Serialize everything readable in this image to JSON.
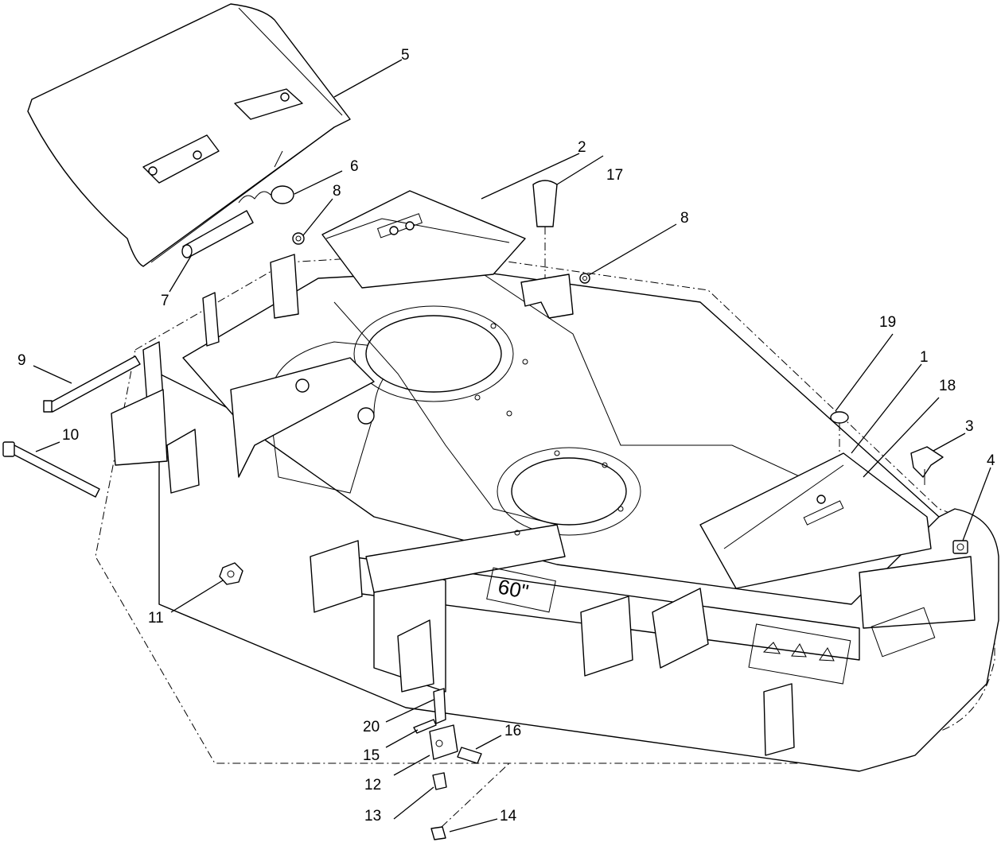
{
  "callouts": [
    {
      "id": "c1",
      "label": "1"
    },
    {
      "id": "c2",
      "label": "2"
    },
    {
      "id": "c3",
      "label": "3"
    },
    {
      "id": "c4",
      "label": "4"
    },
    {
      "id": "c5",
      "label": "5"
    },
    {
      "id": "c6",
      "label": "6"
    },
    {
      "id": "c7",
      "label": "7"
    },
    {
      "id": "c8a",
      "label": "8"
    },
    {
      "id": "c8b",
      "label": "8"
    },
    {
      "id": "c9",
      "label": "9"
    },
    {
      "id": "c10",
      "label": "10"
    },
    {
      "id": "c11",
      "label": "11"
    },
    {
      "id": "c12",
      "label": "12"
    },
    {
      "id": "c13",
      "label": "13"
    },
    {
      "id": "c14",
      "label": "14"
    },
    {
      "id": "c15",
      "label": "15"
    },
    {
      "id": "c16",
      "label": "16"
    },
    {
      "id": "c17",
      "label": "17"
    },
    {
      "id": "c18",
      "label": "18"
    },
    {
      "id": "c19",
      "label": "19"
    },
    {
      "id": "c20",
      "label": "20"
    }
  ],
  "deck_decal": "60\""
}
